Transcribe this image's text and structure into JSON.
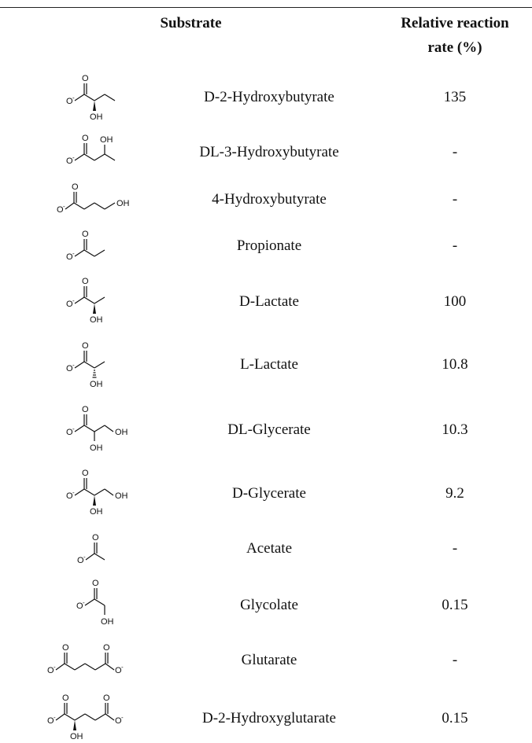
{
  "table": {
    "headers": {
      "substrate": "Substrate",
      "rate_line1": "Relative reaction",
      "rate_line2": "rate (%)"
    },
    "rows": [
      {
        "name": "D-2-Hydroxybutyrate",
        "rate": "135",
        "structure": "d-2-hydroxybutyrate-structure"
      },
      {
        "name": "DL-3-Hydroxybutyrate",
        "rate": "-",
        "structure": "dl-3-hydroxybutyrate-structure"
      },
      {
        "name": "4-Hydroxybutyrate",
        "rate": "-",
        "structure": "4-hydroxybutyrate-structure"
      },
      {
        "name": "Propionate",
        "rate": "-",
        "structure": "propionate-structure"
      },
      {
        "name": "D-Lactate",
        "rate": "100",
        "structure": "d-lactate-structure"
      },
      {
        "name": "L-Lactate",
        "rate": "10.8",
        "structure": "l-lactate-structure"
      },
      {
        "name": "DL-Glycerate",
        "rate": "10.3",
        "structure": "dl-glycerate-structure"
      },
      {
        "name": "D-Glycerate",
        "rate": "9.2",
        "structure": "d-glycerate-structure"
      },
      {
        "name": "Acetate",
        "rate": "-",
        "structure": "acetate-structure"
      },
      {
        "name": "Glycolate",
        "rate": "0.15",
        "structure": "glycolate-structure"
      },
      {
        "name": "Glutarate",
        "rate": "-",
        "structure": "glutarate-structure"
      },
      {
        "name": "D-2-Hydroxyglutarate",
        "rate": "0.15",
        "structure": "d-2-hydroxyglutarate-structure"
      }
    ]
  },
  "atom_labels": {
    "oxygen": "O",
    "carboxylate_oxygen": "O",
    "negative_charge": "-",
    "hydroxyl": "OH"
  }
}
